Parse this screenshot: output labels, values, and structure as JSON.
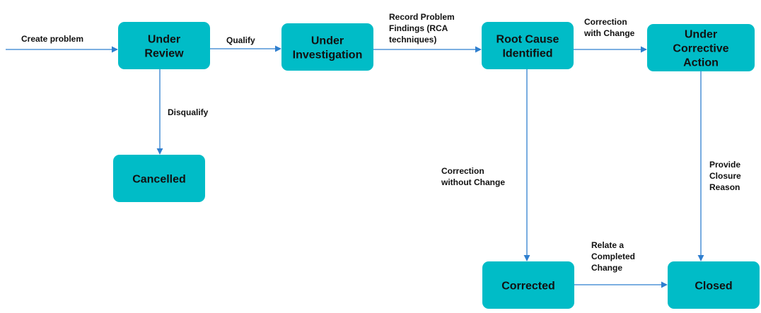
{
  "diagram": {
    "colors": {
      "node_fill": "#00bcc7",
      "arrow": "#2f7fcf",
      "text": "#111111"
    },
    "nodes": [
      {
        "id": "under-review",
        "lines": [
          "Under",
          "Review"
        ]
      },
      {
        "id": "under-investigation",
        "lines": [
          "Under",
          "Investigation"
        ]
      },
      {
        "id": "root-cause-identified",
        "lines": [
          "Root Cause",
          "Identified"
        ]
      },
      {
        "id": "under-corrective-action",
        "lines": [
          "Under",
          "Corrective",
          "Action"
        ]
      },
      {
        "id": "cancelled",
        "lines": [
          "Cancelled"
        ]
      },
      {
        "id": "corrected",
        "lines": [
          "Corrected"
        ]
      },
      {
        "id": "closed",
        "lines": [
          "Closed"
        ]
      }
    ],
    "edges": [
      {
        "id": "create-problem",
        "from": null,
        "to": "under-review",
        "label_lines": [
          "Create  problem"
        ]
      },
      {
        "id": "qualify",
        "from": "under-review",
        "to": "under-investigation",
        "label_lines": [
          "Qualify"
        ]
      },
      {
        "id": "record-findings",
        "from": "under-investigation",
        "to": "root-cause-identified",
        "label_lines": [
          "Record Problem",
          "Findings (RCA",
          "techniques)"
        ]
      },
      {
        "id": "correction-with-change",
        "from": "root-cause-identified",
        "to": "under-corrective-action",
        "label_lines": [
          "Correction",
          "with Change"
        ]
      },
      {
        "id": "disqualify",
        "from": "under-review",
        "to": "cancelled",
        "label_lines": [
          "Disqualify"
        ]
      },
      {
        "id": "correction-without-change",
        "from": "root-cause-identified",
        "to": "corrected",
        "label_lines": [
          "Correction",
          "without Change"
        ]
      },
      {
        "id": "provide-closure-reason",
        "from": "under-corrective-action",
        "to": "closed",
        "label_lines": [
          "Provide",
          "Closure",
          "Reason"
        ]
      },
      {
        "id": "relate-completed-change",
        "from": "corrected",
        "to": "closed",
        "label_lines": [
          "Relate a",
          "Completed",
          "Change"
        ]
      }
    ]
  }
}
